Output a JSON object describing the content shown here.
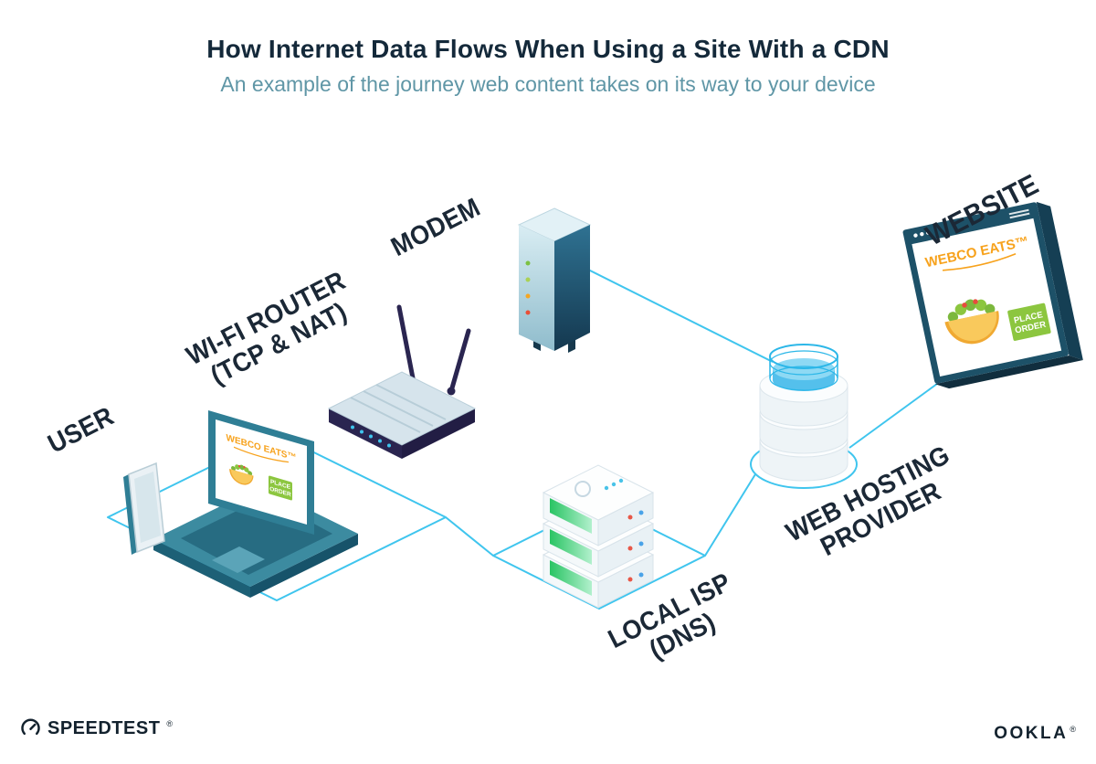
{
  "header": {
    "title": "How Internet Data Flows When Using a Site With a CDN",
    "subtitle": "An example of the journey web content takes on its way to your device"
  },
  "diagram": {
    "nodes": [
      {
        "id": "user",
        "label": "USER",
        "sublabel": ""
      },
      {
        "id": "wifi-router",
        "label": "WI-FI ROUTER",
        "sublabel": "(TCP & NAT)"
      },
      {
        "id": "modem",
        "label": "MODEM",
        "sublabel": ""
      },
      {
        "id": "local-isp",
        "label": "LOCAL ISP",
        "sublabel": "(DNS)"
      },
      {
        "id": "web-hosting",
        "label": "WEB HOSTING",
        "sublabel": "PROVIDER"
      },
      {
        "id": "website",
        "label": "WEBSITE",
        "sublabel": ""
      }
    ],
    "screens": {
      "brand": "WEBCO EATS™",
      "button_line1": "PLACE",
      "button_line2": "ORDER"
    }
  },
  "footer": {
    "speedtest_label": "SPEEDTEST",
    "ookla_label": "OOKLA",
    "registered_mark": "®"
  },
  "colors": {
    "accent_cyan": "#3fc5ee",
    "title_navy": "#14293a",
    "subtitle_teal": "#5f96a6",
    "brand_orange": "#f7a21c",
    "button_green": "#8cc63f",
    "device_navy": "#2a2550",
    "teal_device": "#2f7e95"
  }
}
